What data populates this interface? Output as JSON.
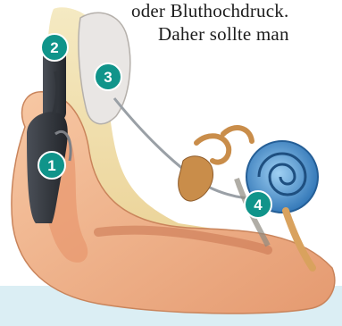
{
  "text": {
    "line1": "oder Bluthochdruck.",
    "line2": "Daher sollte man"
  },
  "markers": [
    {
      "id": "1",
      "label": "1"
    },
    {
      "id": "2",
      "label": "2"
    },
    {
      "id": "3",
      "label": "3"
    },
    {
      "id": "4",
      "label": "4"
    }
  ],
  "colors": {
    "marker_fill": "#10948a",
    "skin": "#f2b08a",
    "band": "#dbeef4",
    "cochlea": "#3b88c8"
  }
}
